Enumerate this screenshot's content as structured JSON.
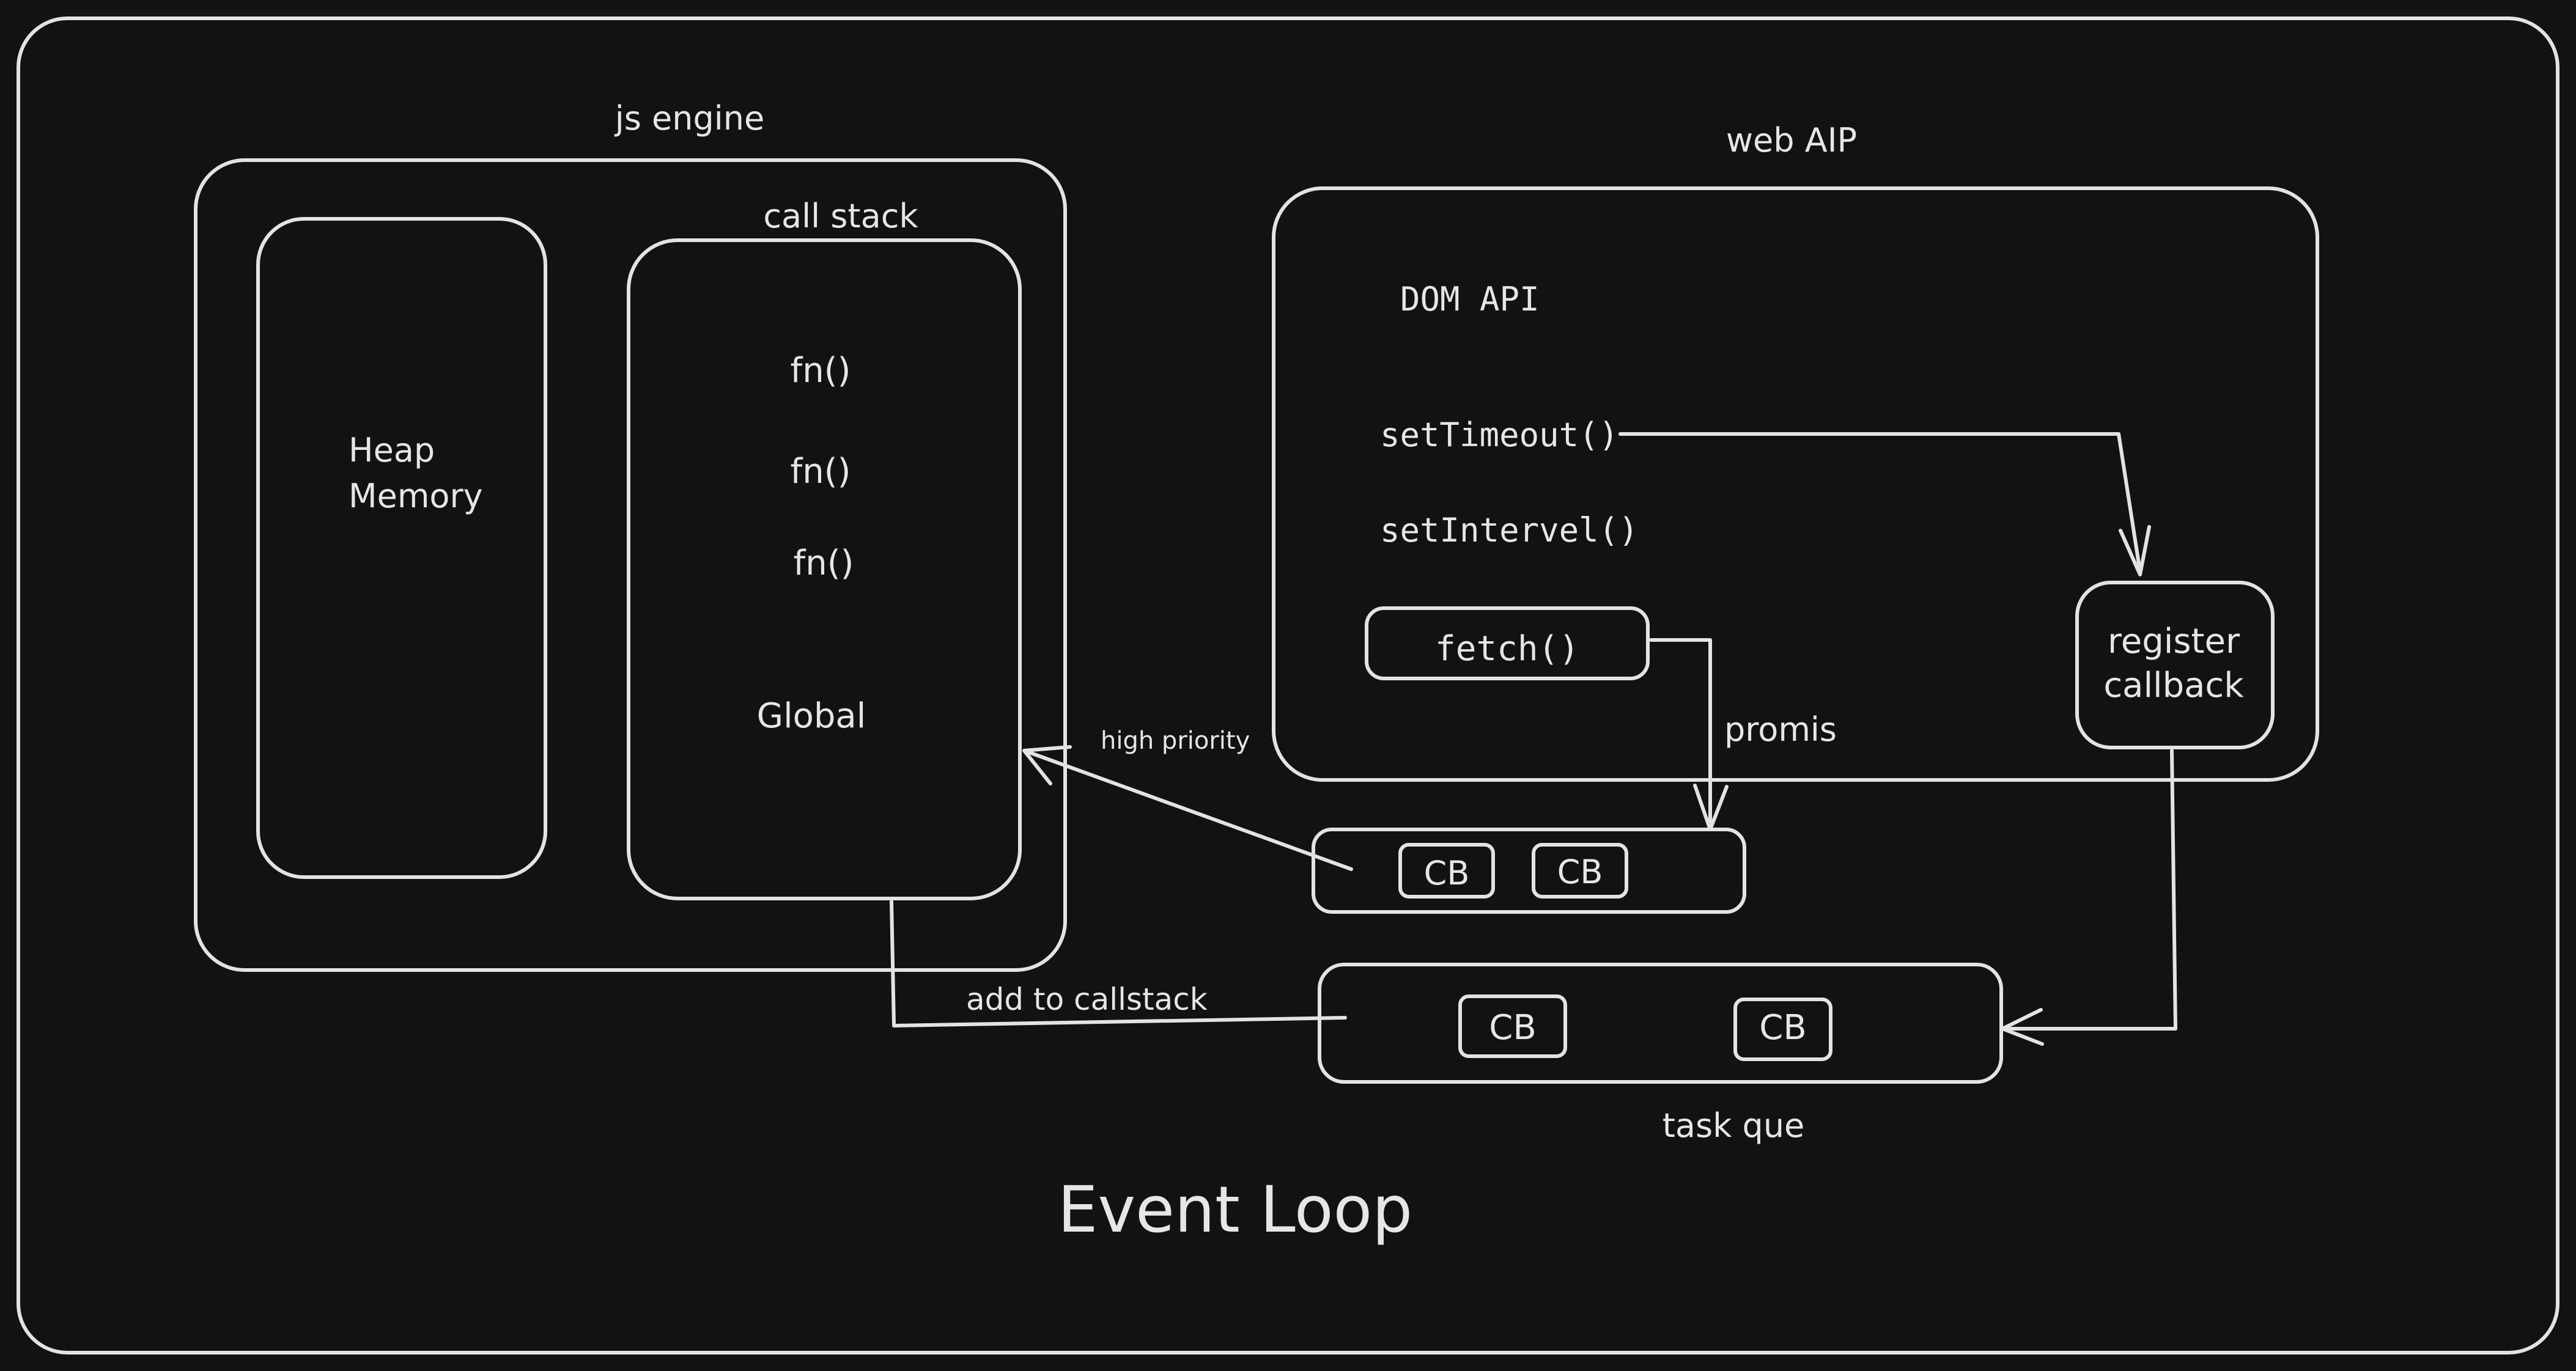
{
  "diagram": {
    "title": "Event Loop",
    "js_engine": {
      "label": "js engine",
      "heap_line1": "Heap",
      "heap_line2": "Memory",
      "call_stack": {
        "label": "call stack",
        "frames": [
          "fn()",
          "fn()",
          "fn()"
        ],
        "global": "Global"
      }
    },
    "web_api": {
      "label": "web AIP",
      "dom_api": "DOM API",
      "set_timeout": "setTimeout()",
      "set_interval": "setIntervel()",
      "fetch": "fetch()",
      "register_line1": "register",
      "register_line2": "callback"
    },
    "microtask_queue": {
      "items": [
        "CB",
        "CB"
      ]
    },
    "task_queue": {
      "label": "task que",
      "items": [
        "CB",
        "CB"
      ]
    },
    "arrows": {
      "promise": "promis",
      "high_priority": "high priority",
      "add_to_callstack": "add to callstack"
    }
  }
}
